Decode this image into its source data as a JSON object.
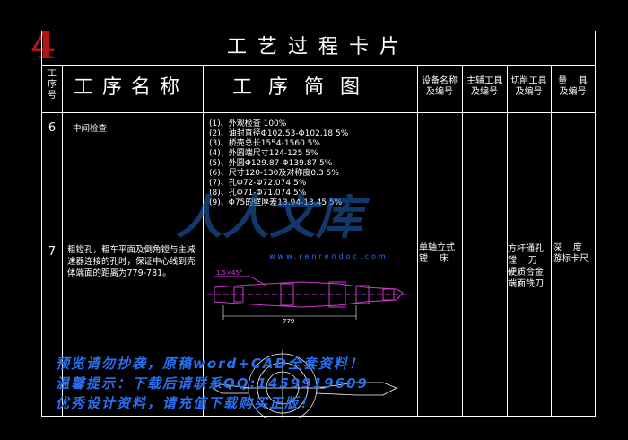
{
  "page_number": "4",
  "title": "工艺过程卡片",
  "headers": {
    "seq": [
      "工",
      "序",
      "号"
    ],
    "name": "工序名称",
    "sketch": "工序简图",
    "equipment": [
      "设备名称",
      "及编号"
    ],
    "fixture": [
      "主辅工具",
      "及编号"
    ],
    "tool": [
      "切削工具",
      "及编号"
    ],
    "gauge": [
      "量    具",
      "及编号"
    ]
  },
  "rows": [
    {
      "seq": "6",
      "name": "中间检查",
      "steps": [
        "(1)、外观检查  100%",
        "(2)、油封直径Φ102.53-Φ102.18  5%",
        "(3)、桥壳总长1554-1560    5%",
        "(4)、外圆端尺寸124-125    5%",
        "(5)、外圆Φ129.87-Φ139.87  5%",
        "(6)、尺寸120-130及对称度0.3   5%",
        "(7)、孔Φ72-Φ72.074     5%",
        "(8)、孔Φ71-Φ71.074     5%",
        "(9)、Φ75的壁厚差13.94-13.45     5%"
      ]
    },
    {
      "seq": "7",
      "name": "粗镗孔，粗车平面及倒角镗与主减速器连接的孔时，保证中心线到壳体端面的距离为779-781。",
      "dims": [
        "1.5×45°",
        "779"
      ],
      "equipment": [
        "单轴立式",
        "镗    床"
      ],
      "tool": [
        "方杆通孔",
        "镗    刀",
        "硬质合金",
        "端面铣刀"
      ],
      "gauge": [
        "深    度",
        "游标卡尺"
      ]
    }
  ],
  "watermark": "人人文库",
  "url": "www.renrendoc.com",
  "notices": [
    "预览请勿抄袭，原稿word+CAD全套资料！",
    "温馨提示：下载后请联系QQ:1459919609",
    "优秀设计资料，请充值下载购买正版！"
  ],
  "colors": {
    "background": "#000000",
    "line": "#ffffff",
    "accent_red": "#b01818",
    "notice_blue": "#2a6ff0",
    "drawing_magenta": "#d03ad6"
  }
}
